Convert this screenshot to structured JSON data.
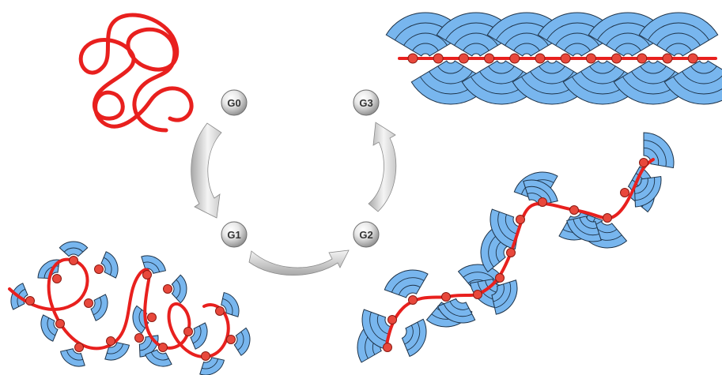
{
  "diagram": {
    "stages": [
      {
        "id": "g0",
        "label": "G0"
      },
      {
        "id": "g1",
        "label": "G1"
      },
      {
        "id": "g2",
        "label": "G2"
      },
      {
        "id": "g3",
        "label": "G3"
      }
    ],
    "colors": {
      "polymer": "#e8201e",
      "bead": "#e8483c",
      "bead_stroke": "#8a1a12",
      "dendron": "#78b6ee",
      "dendron_stroke": "#1c3147",
      "node_light": "#e8e8e8",
      "node_dark": "#8f8f8f",
      "arrow_light": "#f4f4f4",
      "arrow_dark": "#a8a8a8"
    }
  }
}
